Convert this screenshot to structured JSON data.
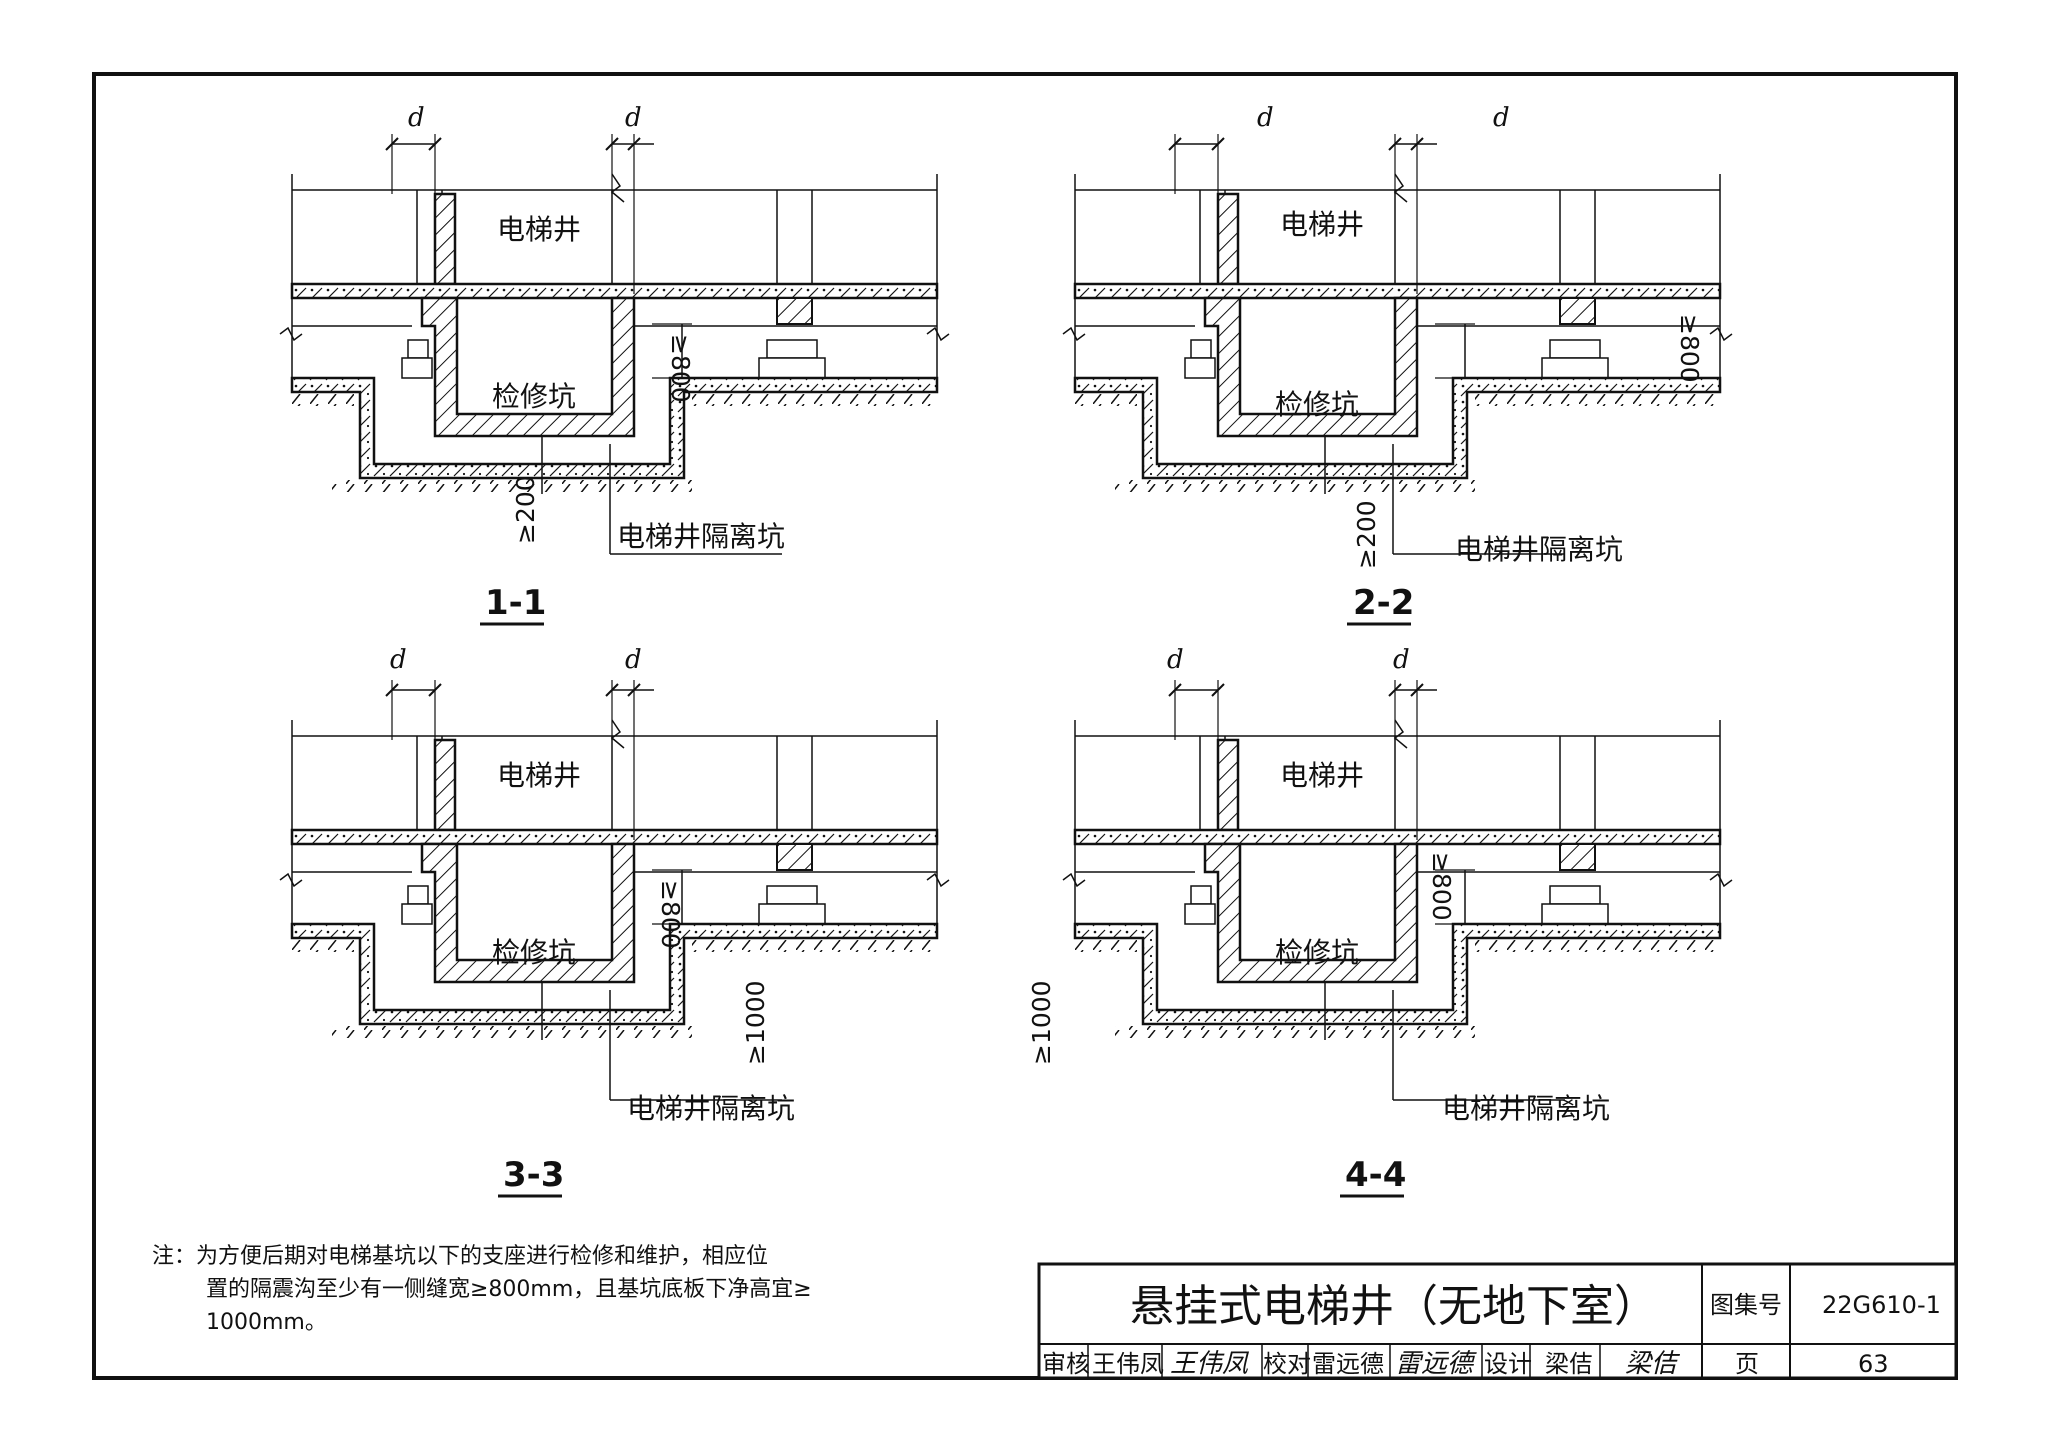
{
  "sections": [
    {
      "id": "1-1",
      "title": "1-1",
      "shaft_label": "电梯井",
      "pit_label": "检修坑",
      "isolation_label": "电梯井隔离坑",
      "dim_d": "d",
      "dim_gap": "≥800",
      "dim_bottom": "≥200"
    },
    {
      "id": "2-2",
      "title": "2-2",
      "shaft_label": "电梯井",
      "pit_label": "检修坑",
      "isolation_label": "电梯井隔离坑",
      "dim_d": "d",
      "dim_gap": "≥800",
      "dim_bottom": "≥200"
    },
    {
      "id": "3-3",
      "title": "3-3",
      "shaft_label": "电梯井",
      "pit_label": "检修坑",
      "isolation_label": "电梯井隔离坑",
      "dim_d": "d",
      "dim_gap": "≥800",
      "dim_bottom": "≥1000"
    },
    {
      "id": "4-4",
      "title": "4-4",
      "shaft_label": "电梯井",
      "pit_label": "检修坑",
      "isolation_label": "电梯井隔离坑",
      "dim_d": "d",
      "dim_gap": "≥800",
      "dim_bottom": "≥1000"
    }
  ],
  "note": {
    "line1": "注：为方便后期对电梯基坑以下的支座进行检修和维护，相应位",
    "line2": "置的隔震沟至少有一侧缝宽≥800mm，且基坑底板下净高宜≥",
    "line3": "1000mm。"
  },
  "title_block": {
    "title": "悬挂式电梯井（无地下室）",
    "atlas_label": "图集号",
    "atlas_no": "22G610-1",
    "review_label": "审核",
    "review_name": "王伟凤",
    "review_sig": "王伟凤",
    "check_label": "校对",
    "check_name": "雷远德",
    "check_sig": "雷远德",
    "design_label": "设计",
    "design_name": "梁佶",
    "design_sig": "梁佶",
    "page_label": "页",
    "page_no": "63"
  }
}
